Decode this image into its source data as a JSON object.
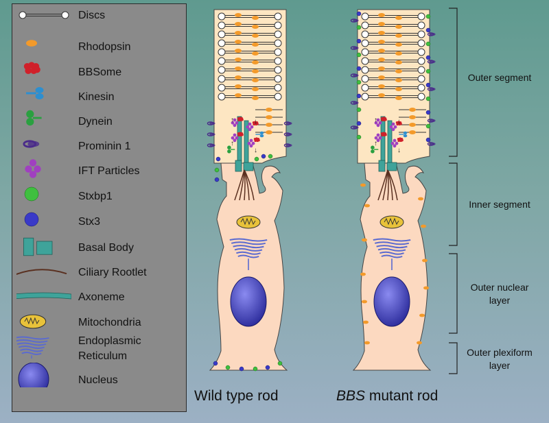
{
  "legend": {
    "items": [
      {
        "label": "Discs",
        "icon": "disc-icon"
      },
      {
        "label": "Rhodopsin",
        "icon": "rhodopsin-icon"
      },
      {
        "label": "BBSome",
        "icon": "bbsome-icon"
      },
      {
        "label": "Kinesin",
        "icon": "kinesin-icon"
      },
      {
        "label": "Dynein",
        "icon": "dynein-icon"
      },
      {
        "label": "Prominin 1",
        "icon": "prominin-icon"
      },
      {
        "label": "IFT Particles",
        "icon": "ift-particles-icon"
      },
      {
        "label": "Stxbp1",
        "icon": "stxbp1-icon"
      },
      {
        "label": "Stx3",
        "icon": "stx3-icon"
      },
      {
        "label": "Basal Body",
        "icon": "basal-body-icon"
      },
      {
        "label": "Ciliary Rootlet",
        "icon": "ciliary-rootlet-icon"
      },
      {
        "label": "Axoneme",
        "icon": "axoneme-icon"
      },
      {
        "label": "Mitochondria",
        "icon": "mitochondria-icon"
      },
      {
        "label": "Endoplasmic\nReticulum",
        "icon": "endoplasmic-reticulum-icon"
      },
      {
        "label": "Nucleus",
        "icon": "nucleus-icon"
      }
    ]
  },
  "captions": {
    "wild_type": "Wild type rod",
    "mutant_italic": "BBS",
    "mutant_rest": " mutant rod"
  },
  "layers": {
    "outer_segment": "Outer segment",
    "inner_segment": "Inner segment",
    "outer_nuclear_1": "Outer nuclear",
    "outer_nuclear_2": "layer",
    "outer_plexiform_1": "Outer plexiform",
    "outer_plexiform_2": "layer"
  },
  "colors": {
    "outer_segment_fill": "#fde6c2",
    "cell_fill": "#fcd9c0",
    "rhodopsin": "#f39a2a",
    "bbsome": "#d0202a",
    "kinesin": "#2d8fd0",
    "dynein": "#2aa040",
    "prominin": "#4a2a8a",
    "ift": "#a040c0",
    "stxbp1": "#3fbf3f",
    "stx3": "#3a3ac8",
    "basal_body": "#3fa39a",
    "rootlet": "#5a3020",
    "mitochondria": "#e8c23a",
    "er": "#5a6ad0",
    "nucleus": "#4a4ac0"
  }
}
